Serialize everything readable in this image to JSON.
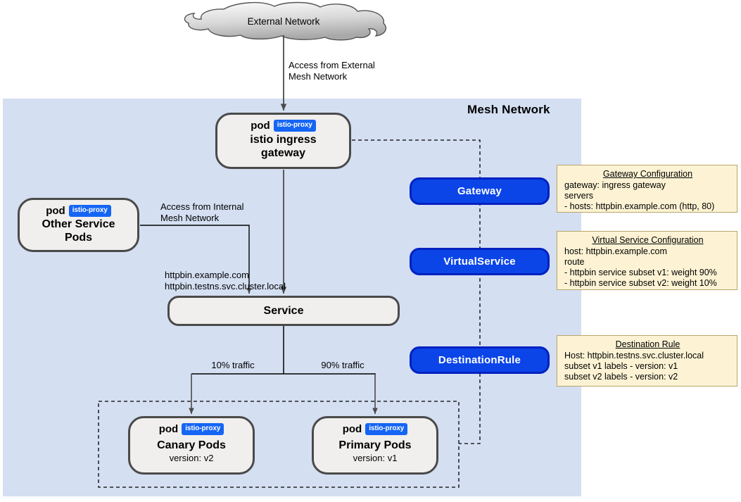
{
  "diagram": {
    "title": "Istio canary traffic routing mesh diagram",
    "mesh_label": "Mesh Network",
    "external_cloud": "External Network"
  },
  "colors": {
    "mesh_background": "#d4dff2",
    "resource_blue": "#0b45e8",
    "istio_badge_blue": "#1565f5",
    "note_yellow": "#fdf3d4",
    "node_grey": "#f0efed",
    "node_border": "#4a4a4a"
  },
  "nodes": {
    "ingress_gateway": {
      "pod_word": "pod",
      "badge": "istio-proxy",
      "title": "istio ingress\ngateway"
    },
    "other_service_pods": {
      "pod_word": "pod",
      "badge": "istio-proxy",
      "title": "Other Service\nPods"
    },
    "service": {
      "title": "Service"
    },
    "canary_pods": {
      "pod_word": "pod",
      "badge": "istio-proxy",
      "title": "Canary Pods",
      "subtitle": "version: v2"
    },
    "primary_pods": {
      "pod_word": "pod",
      "badge": "istio-proxy",
      "title": "Primary Pods",
      "subtitle": "version: v1"
    }
  },
  "resources": {
    "gateway": "Gateway",
    "virtualservice": "VirtualService",
    "destinationrule": "DestinationRule"
  },
  "notes": {
    "gateway": {
      "title": "Gateway Configuration",
      "lines": [
        "gateway: ingress gateway",
        "servers",
        "- hosts: httpbin.example.com (http, 80)"
      ]
    },
    "virtualservice": {
      "title": "Virtual Service Configuration",
      "lines": [
        "host: httpbin.example.com",
        "route",
        "- httpbin service subset v1: weight 90%",
        "- httpbin service subset v2: weight 10%"
      ]
    },
    "destinationrule": {
      "title": "Destination Rule",
      "lines": [
        "Host: httpbin.testns.svc.cluster.local",
        "subset v1 labels - version: v1",
        "subset v2 labels - version: v2"
      ]
    }
  },
  "edge_labels": {
    "external_access": "Access from External\nMesh Network",
    "internal_access": "Access from Internal\nMesh Network",
    "service_hosts": "httpbin.example.com\nhttpbin.testns.svc.cluster.local",
    "canary_traffic": "10% traffic",
    "primary_traffic": "90% traffic"
  }
}
